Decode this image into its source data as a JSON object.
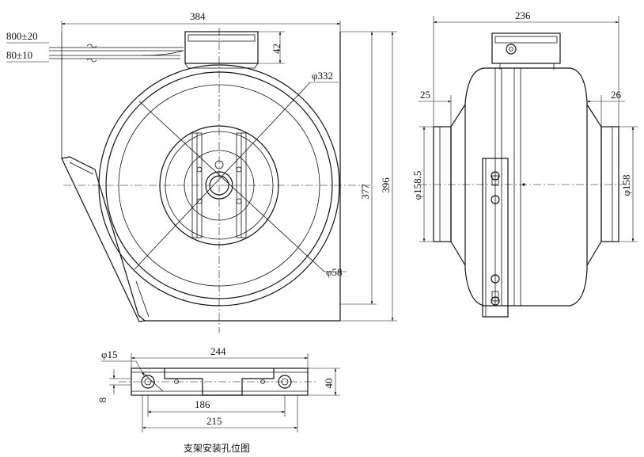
{
  "dims": {
    "front_width": "384",
    "cable_length": "800±20",
    "cable_strip": "80±10",
    "junction_box_height": "42",
    "outer_diameter": "φ332",
    "hub_diameter": "φ58",
    "height_inner": "377",
    "height_total": "396",
    "side_width": "236",
    "collar_left": "25",
    "collar_right": "26",
    "duct_left": "φ158.5",
    "duct_right": "φ158",
    "bracket_hole": "φ15",
    "bracket_length": "244",
    "bracket_slot_span": "186",
    "bracket_hole_span": "215",
    "bracket_height": "40",
    "bracket_slot_width": "8"
  },
  "caption": "支架安装孔位图"
}
